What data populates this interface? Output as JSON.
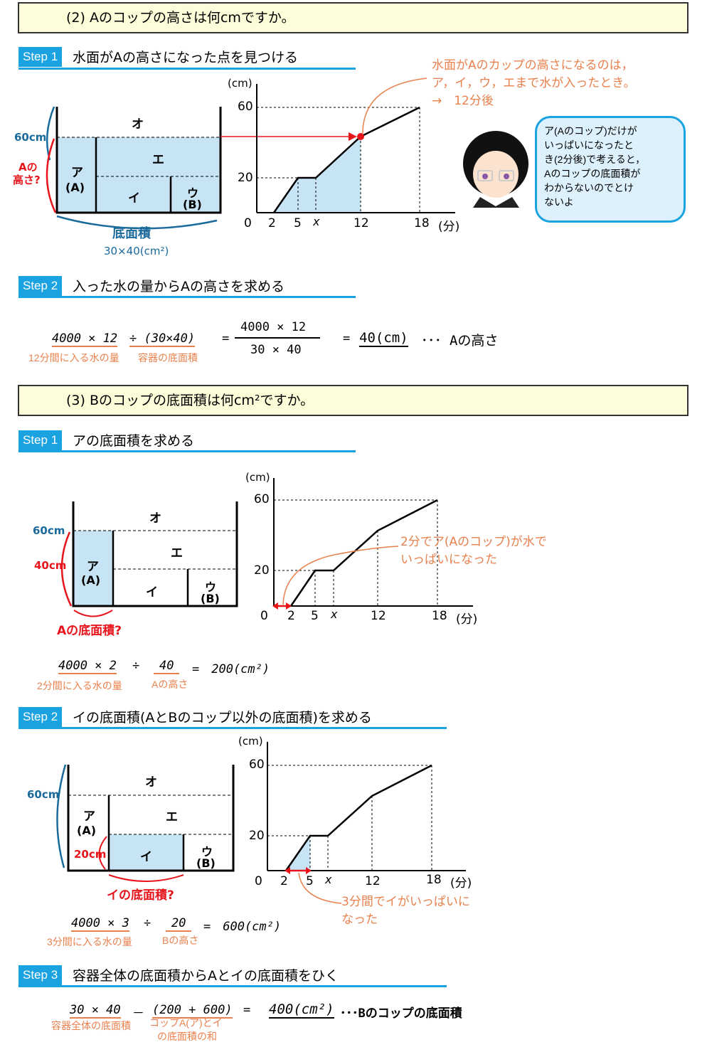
{
  "q2": {
    "question": "(2) Aのコップの高さは何cmですか。",
    "step1": {
      "label": "Step 1",
      "title": "水面がAの高さになった点を見つける"
    },
    "callout": [
      "水面がAのカップの高さになるのは，",
      "ア，イ，ウ，エまで水が入ったとき。",
      "→　12分後"
    ],
    "speech": [
      "ア(Aのコップ)だけが",
      "いっぱいになったと",
      "き(2分後)で考えると，",
      "Aのコップの底面積が",
      "わからないのでとけ",
      "ないよ"
    ],
    "tank": {
      "o": "オ",
      "e": "エ",
      "a": "ア",
      "a_sub": "(A)",
      "i": "イ",
      "u": "ウ",
      "u_sub": "(B)",
      "h60": "60cm",
      "ah": [
        "Aの",
        "高さ?"
      ],
      "base": "底面積",
      "base_val": "30×40(cm²)"
    },
    "graph": {
      "unit_y": "(cm)",
      "unit_x": "(分)",
      "y60": "60",
      "y20": "20",
      "x0": "0",
      "x2": "2",
      "x5": "5",
      "xx": "x",
      "x12": "12",
      "x18": "18"
    },
    "step2": {
      "label": "Step 2",
      "title": "入った水の量からAの高さを求める"
    },
    "eq": {
      "part1": "4000 × 12",
      "part2": "÷ (30×40)",
      "equals1": "=",
      "num": "4000 × 12",
      "den": "30 × 40",
      "equals2": "=",
      "result": "40(cm)",
      "tail": "･･･ Aの高さ",
      "note1": "12分間に入る水の量",
      "note2": "容器の底面積"
    }
  },
  "q3": {
    "question": "(3) Bのコップの底面積は何cm²ですか。",
    "step1": {
      "label": "Step 1",
      "title": "アの底面積を求める"
    },
    "tank1": {
      "h60": "60cm",
      "h40": "40cm",
      "base": "Aの底面積?"
    },
    "callout1": [
      "2分でア(Aのコップ)が水で",
      "いっぱいになった"
    ],
    "eq1": {
      "a": "4000 × 2",
      "op": "÷",
      "b": "40",
      "rest": "=　200(cm²)",
      "note1": "2分間に入る水の量",
      "note2": "Aの高さ"
    },
    "step2": {
      "label": "Step 2",
      "title": "イの底面積(AとBのコップ以外の底面積)を求める"
    },
    "tank2": {
      "h60": "60cm",
      "h20": "20cm",
      "base": "イの底面積?"
    },
    "callout2": [
      "3分間でイがいっぱいに",
      "なった"
    ],
    "eq2": {
      "a": "4000 × 3",
      "op": "÷",
      "b": "20",
      "rest": "=　600(cm²)",
      "note1": "3分間に入る水の量",
      "note2": "Bの高さ"
    },
    "step3": {
      "label": "Step 3",
      "title": "容器全体の底面積からAとイの底面積をひく"
    },
    "eq3": {
      "a": "30 × 40",
      "op": "－",
      "b": "(200 + 600)",
      "eqs": "=",
      "result": "400(cm²)",
      "tail": "･･･Bのコップの底面積",
      "note1": "容器全体の底面積",
      "note2a": "コップA(ア)とイ",
      "note2b": "の底面積の和"
    }
  },
  "colors": {
    "accent": "#1aa3e0",
    "water": "#c6e4f4",
    "orange": "#e9814e",
    "red": "#e8141b",
    "panel": "#fdfdd9"
  }
}
